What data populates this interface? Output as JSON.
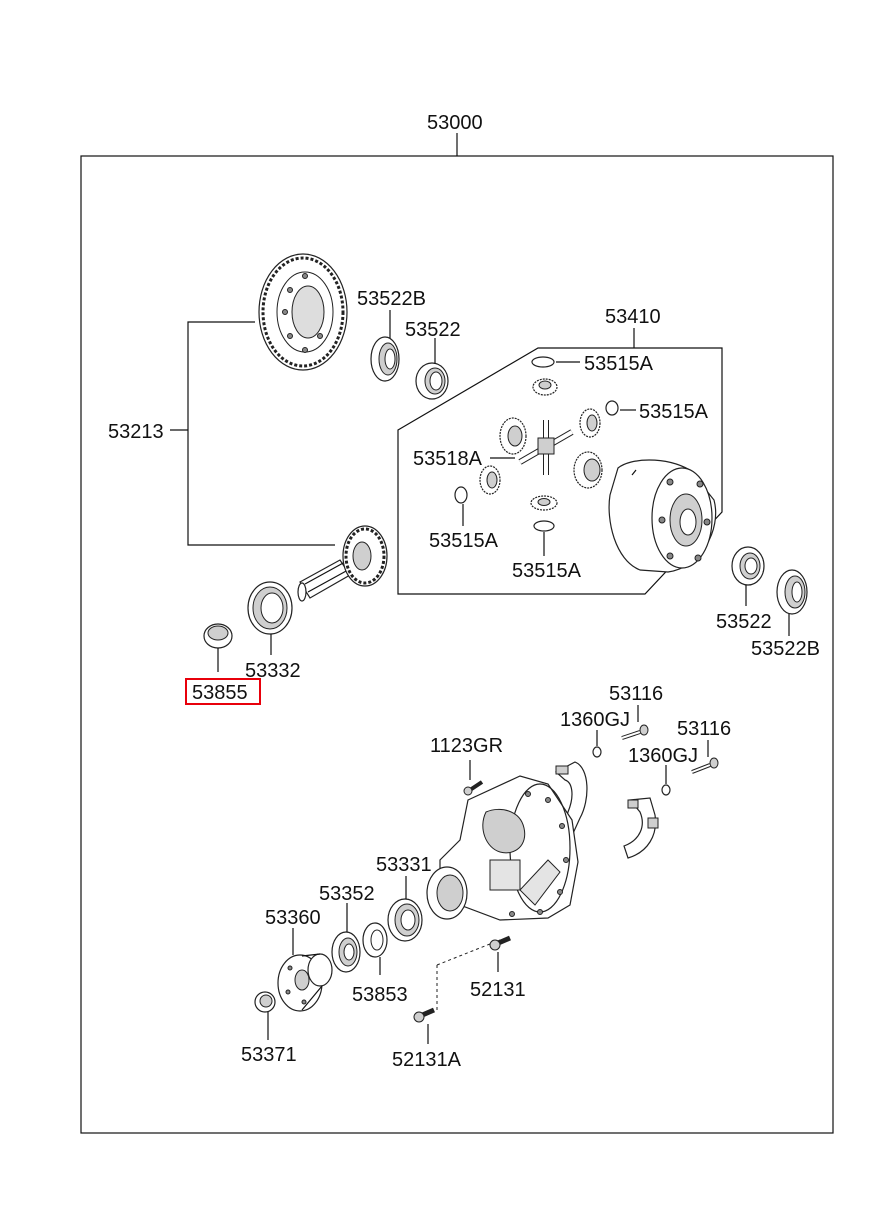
{
  "labels": {
    "assembly": "53000",
    "ring_pinion": "53213",
    "bearing_ring_b": "53522B",
    "bearing_ring": "53522",
    "case_assy": "53410",
    "washer_top": "53515A",
    "washer_right": "53515A",
    "pinion_shaft": "53518A",
    "washer_left": "53515A",
    "washer_bottom": "53515A",
    "bearing_right": "53522",
    "bearing_right_b": "53522B",
    "pinion_bearing": "53332",
    "seal_highlighted": "53855",
    "bolt_cap_1": "53116",
    "washer_cap_1": "1360GJ",
    "bolt_cap_2": "53116",
    "washer_cap_2": "1360GJ",
    "bolt_carrier": "1123GR",
    "front_bearing": "53331",
    "spacer": "53352",
    "flange": "53360",
    "oil_seal": "53853",
    "plug": "52131",
    "plug_a": "52131A",
    "nut": "53371"
  },
  "highlight_color": "#e8000b"
}
